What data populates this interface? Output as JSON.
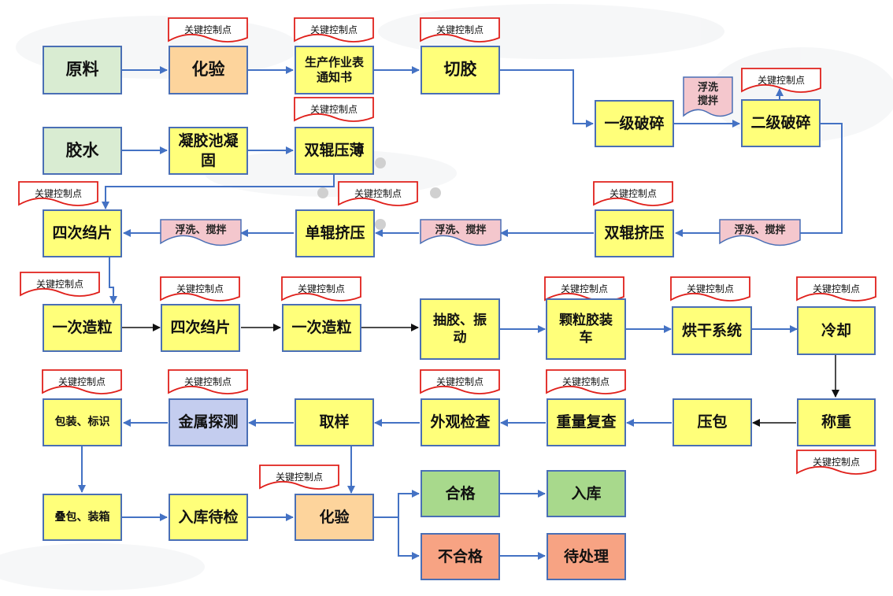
{
  "nodes": {
    "raw": "原料",
    "test1": "化验",
    "notice": "生产作业表\n通知书",
    "cut": "切胶",
    "crush1": "一级破碎",
    "crush2": "二级破碎",
    "glue": "胶水",
    "coag": "凝胶池凝固",
    "roll_thin": "双辊压薄",
    "slice4a": "四次绉片",
    "single_roll": "单辊挤压",
    "double_roll": "双辊挤压",
    "gran1a": "一次造粒",
    "slice4b": "四次绉片",
    "gran1b": "一次造粒",
    "vibrate": "抽胶、振\n动",
    "cart": "颗粒胶装\n车",
    "dryer": "烘干系统",
    "cool": "冷却",
    "weigh": "称重",
    "press": "压包",
    "weight_check": "重量复查",
    "visual_check": "外观检查",
    "sample": "取样",
    "metal": "金属探测",
    "pack": "包装、标识",
    "stack": "叠包、装箱",
    "storage_wait": "入库待检",
    "test2": "化验",
    "pass": "合格",
    "storage": "入库",
    "fail": "不合格",
    "pending": "待处理"
  },
  "tag_label": "关键控制点",
  "wash_labels": {
    "w1": "浮洗\n搅拌",
    "w2": "浮洗、搅拌",
    "w3": "浮洗、搅拌",
    "w4": "浮洗、搅拌"
  },
  "colors": {
    "border": "#4a6fb5",
    "process": "#ffff7a",
    "test": "#fdd49c",
    "input": "#d9ecd2",
    "metal": "#c4cdef",
    "pass": "#a8d98c",
    "fail": "#f7a383",
    "tag_border": "#e0201b",
    "wash": "#f4c7cd"
  }
}
